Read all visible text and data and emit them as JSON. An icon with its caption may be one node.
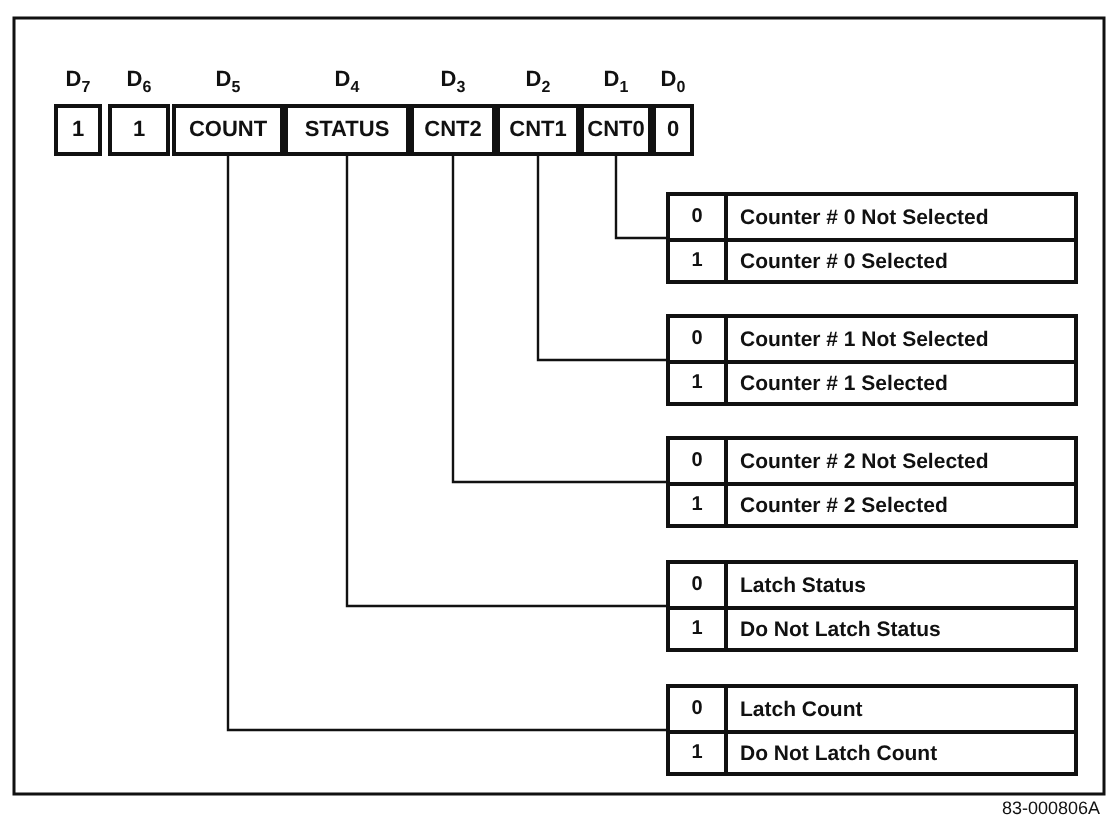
{
  "diagram": {
    "nodes": [
      {
        "text": [
          "1"
        ],
        "beside": [
          "D$_{7}$"
        ]
      },
      {
        "text": [
          "1"
        ],
        "beside": [
          "D$_{6}$"
        ]
      },
      {
        "text": [
          "COUNT"
        ],
        "beside": [
          "D$_{5}$"
        ]
      },
      {
        "text": [
          "STATUS"
        ],
        "beside": [
          "D$_{4}$"
        ]
      },
      {
        "text": [
          "CNT2"
        ],
        "beside": [
          "D$_{3}$"
        ]
      },
      {
        "text": [
          "CNT1"
        ],
        "beside": [
          "D$_{2}$"
        ]
      },
      {
        "text": [
          "CNT0"
        ],
        "beside": [
          "D$_{1}$"
        ]
      },
      {
        "text": [
          "0"
        ],
        "beside": [
          "D$_{0}$"
        ]
      },
      {
        "text": [],
        "shape": "box"
      },
      {
        "text": [
          "0",
          "Counter # 0 Not Selected"
        ],
        "in": 8
      },
      {
        "text": [
          "1",
          "Counter # 0 Selected"
        ],
        "in": 8
      },
      {
        "text": [],
        "shape": "box"
      },
      {
        "text": [
          "0",
          "Counter # 1 Not Selected"
        ],
        "in": 11
      },
      {
        "text": [
          "1",
          "Counter # 1 Selected"
        ],
        "in": 11
      },
      {
        "text": [],
        "shape": "box"
      },
      {
        "text": [
          "0",
          "Counter # 2 Not Selected"
        ],
        "in": 14
      },
      {
        "text": [
          "1",
          "Counter # 2 Selected"
        ],
        "in": 14
      },
      {
        "text": [],
        "shape": "box"
      },
      {
        "text": [
          "0",
          "Latch Status"
        ],
        "in": 17
      },
      {
        "text": [
          "1",
          "Do Not Latch Status"
        ],
        "in": 17
      },
      {
        "text": [],
        "shape": "box"
      },
      {
        "text": [
          "0",
          "Latch Count"
        ],
        "in": 20
      },
      {
        "text": [
          "1",
          "Do Not Latch Count"
        ],
        "in": 20
      }
    ],
    "edges": [
      {
        "from": 6,
        "to": 8,
        "arrow": "none"
      },
      {
        "from": 5,
        "to": 11,
        "arrow": "none"
      },
      {
        "from": 4,
        "to": 14,
        "arrow": "none"
      },
      {
        "from": 3,
        "to": 17,
        "arrow": "none"
      },
      {
        "from": 2,
        "to": 20,
        "arrow": "none"
      }
    ],
    "labels": [
      "83-000806A"
    ]
  }
}
